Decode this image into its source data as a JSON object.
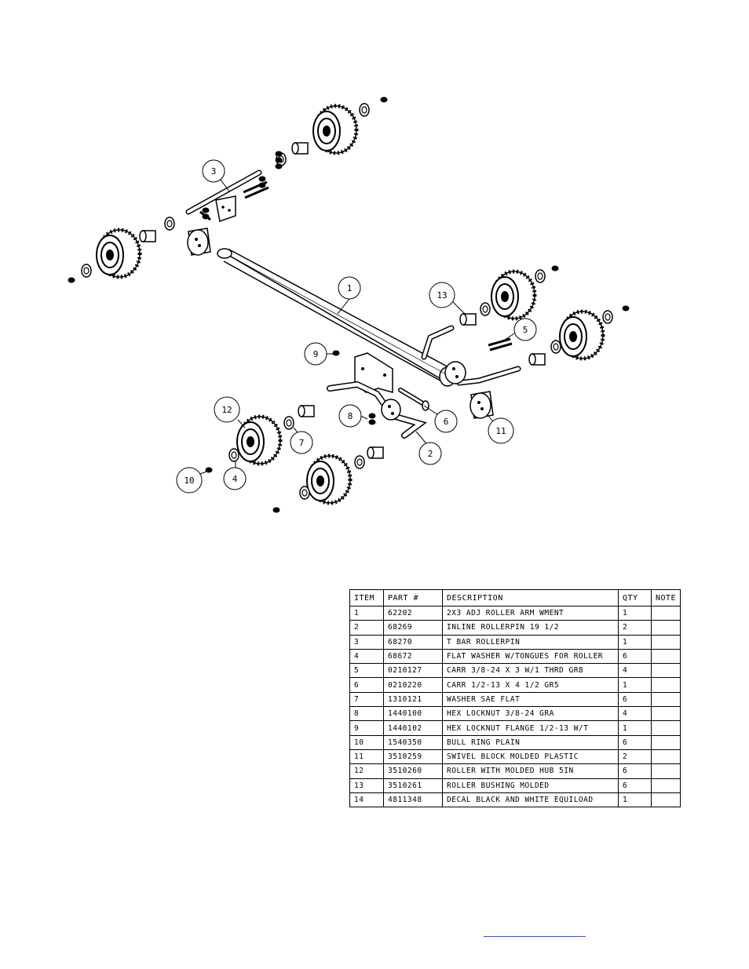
{
  "bom": {
    "headers": [
      "ITEM",
      "PART #",
      "DESCRIPTION",
      "QTY",
      "NOTE"
    ],
    "rows": [
      {
        "item": "1",
        "part": "62202",
        "description": "2X3 ADJ ROLLER ARM WMENT",
        "qty": "1",
        "note": ""
      },
      {
        "item": "2",
        "part": "68269",
        "description": "INLINE ROLLERPIN 19 1/2",
        "qty": "2",
        "note": ""
      },
      {
        "item": "3",
        "part": "68270",
        "description": "T BAR ROLLERPIN",
        "qty": "1",
        "note": ""
      },
      {
        "item": "4",
        "part": "68672",
        "description": "FLAT WASHER W/TONGUES FOR ROLLER",
        "qty": "6",
        "note": ""
      },
      {
        "item": "5",
        "part": "0210127",
        "description": "CARR 3/8-24 X 3 W/1 THRD GR8",
        "qty": "4",
        "note": ""
      },
      {
        "item": "6",
        "part": "0210220",
        "description": "CARR 1/2-13 X 4 1/2 GR5",
        "qty": "1",
        "note": ""
      },
      {
        "item": "7",
        "part": "1310121",
        "description": "WASHER SAE FLAT",
        "qty": "6",
        "note": ""
      },
      {
        "item": "8",
        "part": "1440100",
        "description": "HEX LOCKNUT 3/8-24 GRA",
        "qty": "4",
        "note": ""
      },
      {
        "item": "9",
        "part": "1440102",
        "description": "HEX LOCKNUT FLANGE 1/2-13 W/T",
        "qty": "1",
        "note": ""
      },
      {
        "item": "10",
        "part": "1540350",
        "description": "BULL RING PLAIN",
        "qty": "6",
        "note": ""
      },
      {
        "item": "11",
        "part": "3510259",
        "description": "SWIVEL BLOCK MOLDED PLASTIC",
        "qty": "2",
        "note": ""
      },
      {
        "item": "12",
        "part": "3510260",
        "description": "ROLLER WITH MOLDED HUB  5IN",
        "qty": "6",
        "note": ""
      },
      {
        "item": "13",
        "part": "3510261",
        "description": "ROLLER BUSHING MOLDED",
        "qty": "6",
        "note": ""
      },
      {
        "item": "14",
        "part": "4811348",
        "description": "DECAL BLACK AND WHITE EQUILOAD",
        "qty": "1",
        "note": ""
      }
    ]
  },
  "callouts": [
    "1",
    "2",
    "3",
    "4",
    "5",
    "6",
    "7",
    "8",
    "9",
    "10",
    "11",
    "12",
    "13"
  ],
  "colors": {
    "line": "#000000",
    "link": "#3a47d6"
  }
}
